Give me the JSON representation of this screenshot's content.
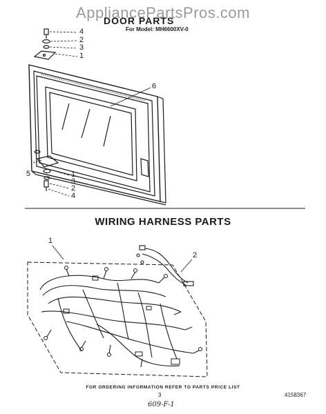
{
  "watermark": "AppliancePartsPros.com",
  "door_section": {
    "title": "DOOR PARTS",
    "model_line": "For Model: MH6600XV-0",
    "callouts_top": [
      "4",
      "2",
      "3",
      "1"
    ],
    "callout_door": "6",
    "callout_left": "5",
    "callouts_bottom": [
      "1",
      "3",
      "2",
      "4"
    ]
  },
  "wiring_section": {
    "title": "WIRING HARNESS PARTS",
    "callout_harness": "1",
    "callout_jumper": "2"
  },
  "footer": {
    "ordering_note": "FOR ORDERING INFORMATION REFER TO PARTS PRICE LIST",
    "page_number": "3",
    "part_number": "4158367",
    "handwritten": "609-F-1"
  }
}
